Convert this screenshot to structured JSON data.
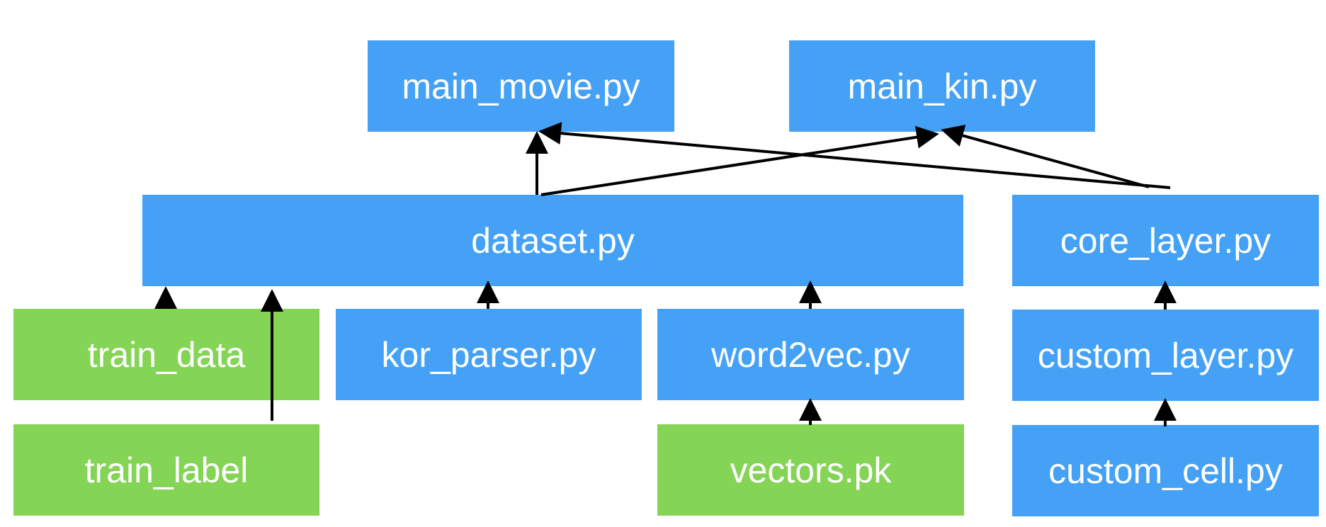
{
  "colors": {
    "module": "#44a1f6",
    "data_file": "#84d455",
    "arrow": "#000000",
    "text": "#ffffff"
  },
  "nodes": {
    "main_movie": "main_movie.py",
    "main_kin": "main_kin.py",
    "dataset": "dataset.py",
    "core_layer": "core_layer.py",
    "train_data": "train_data",
    "kor_parser": "kor_parser.py",
    "word2vec": "word2vec.py",
    "custom_layer": "custom_layer.py",
    "train_label": "train_label",
    "vectors": "vectors.pk",
    "custom_cell": "custom_cell.py"
  },
  "edges": [
    {
      "from": "dataset",
      "to": "main_movie"
    },
    {
      "from": "dataset",
      "to": "main_kin"
    },
    {
      "from": "core_layer",
      "to": "main_movie"
    },
    {
      "from": "core_layer",
      "to": "main_kin"
    },
    {
      "from": "train_data",
      "to": "dataset"
    },
    {
      "from": "train_label",
      "to": "dataset"
    },
    {
      "from": "kor_parser",
      "to": "dataset"
    },
    {
      "from": "word2vec",
      "to": "dataset"
    },
    {
      "from": "vectors",
      "to": "word2vec"
    },
    {
      "from": "custom_layer",
      "to": "core_layer"
    },
    {
      "from": "custom_cell",
      "to": "custom_layer"
    }
  ]
}
